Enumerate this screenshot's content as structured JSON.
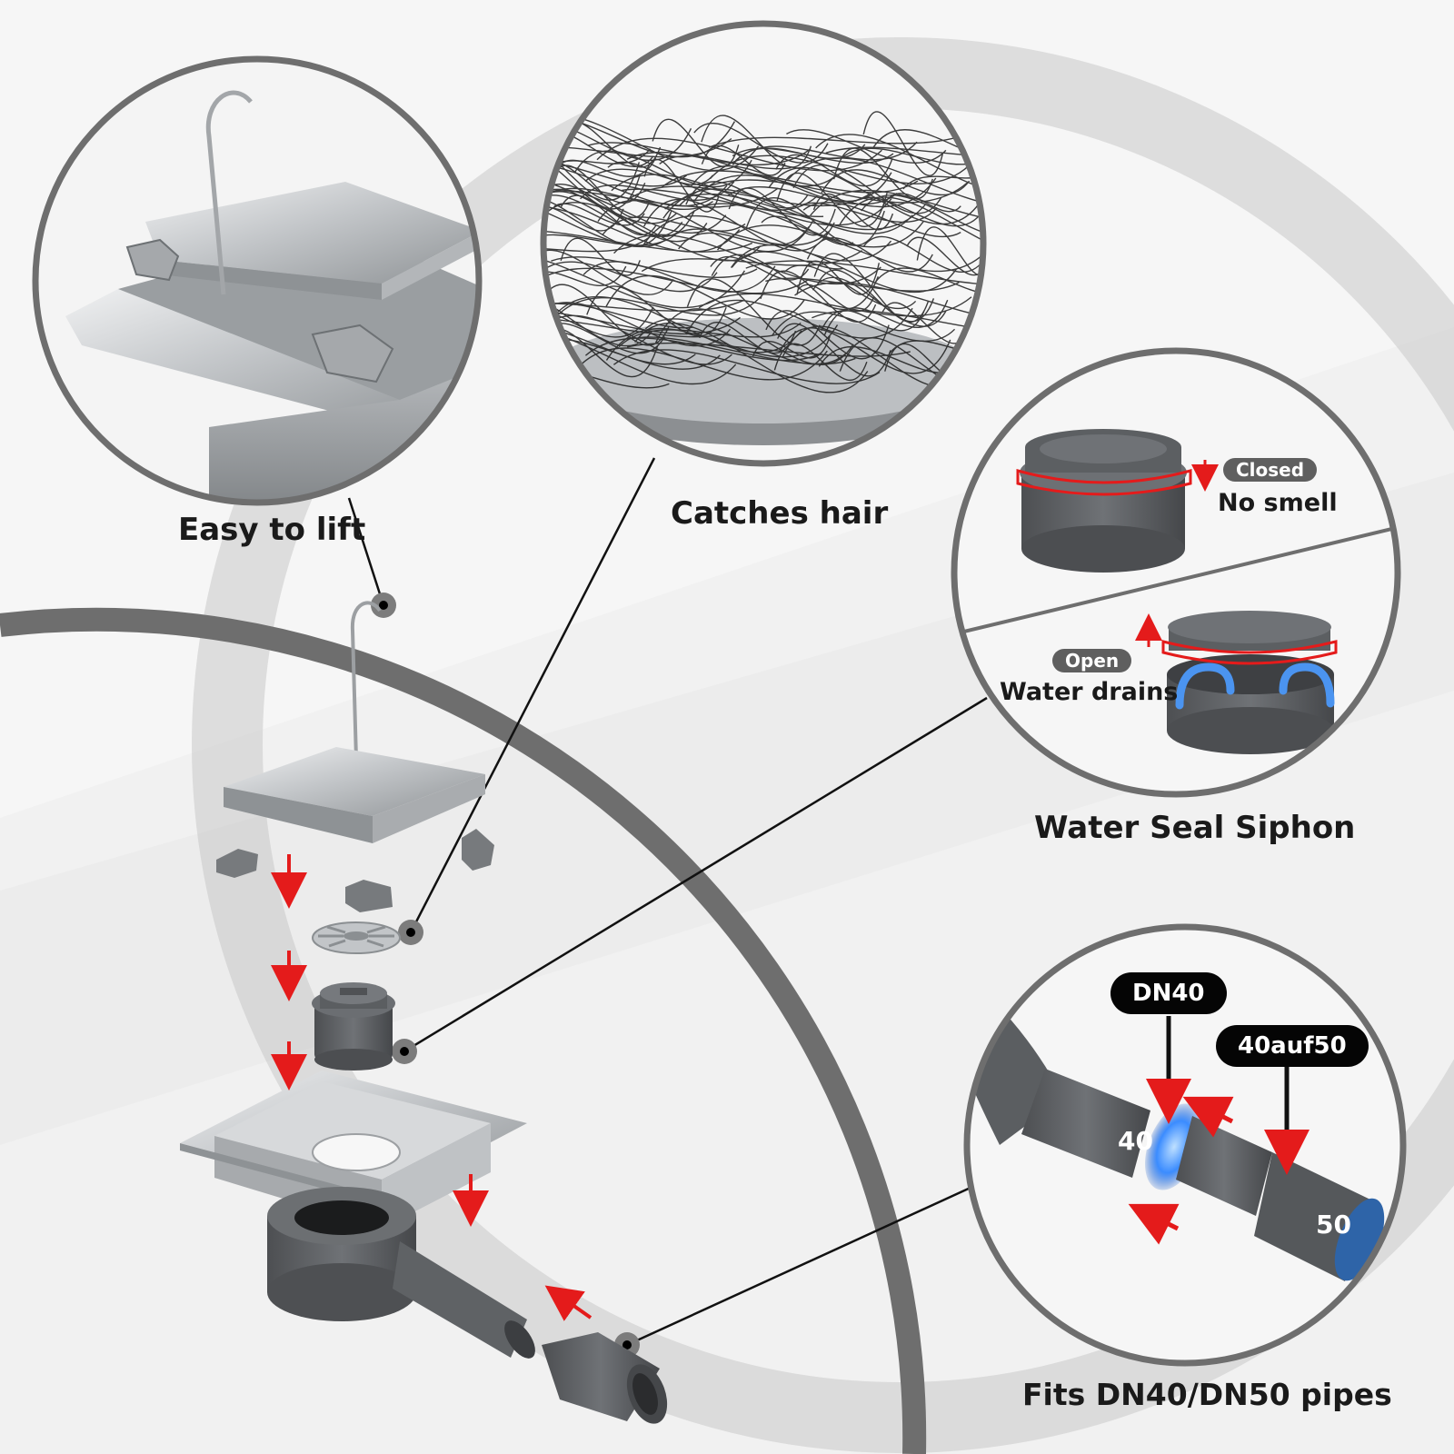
{
  "callouts": {
    "lift": "Easy to lift",
    "hair": "Catches hair",
    "siphon": "Water Seal Siphon",
    "pipes": "Fits DN40/DN50 pipes"
  },
  "siphon_states": {
    "closed_badge": "Closed",
    "closed_text": "No smell",
    "open_badge": "Open",
    "open_text": "Water drains"
  },
  "pipe_labels": {
    "dn40_tag": "DN40",
    "adapter_tag": "40auf50",
    "inner_size": "40",
    "outer_size": "50"
  },
  "colors": {
    "ring": "#6e6e6e",
    "steel": "#c9cbcd",
    "rubber": "#5e6063",
    "arrow": "#e41b1b",
    "seal_glow": "#3b8cff"
  }
}
